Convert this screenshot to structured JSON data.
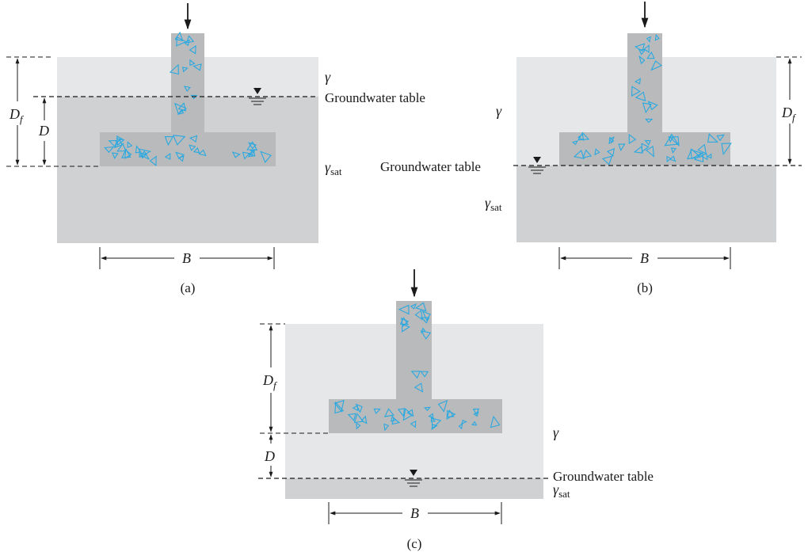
{
  "colors": {
    "soil_dry": "#e6e7e8",
    "soil_saturated": "#d0d1d3",
    "concrete": "#b9babc",
    "aggregate": "#29a9e0",
    "line": "#1a1a1a"
  },
  "labels": {
    "gamma": "γ",
    "gamma_sat_base": "γ",
    "gamma_sat_sub": "sat",
    "groundwater": "Groundwater table",
    "Df_base": "D",
    "Df_sub": "f",
    "D": "D",
    "B": "B"
  },
  "panels": [
    {
      "id": "a",
      "caption": "(a)"
    },
    {
      "id": "b",
      "caption": "(b)"
    },
    {
      "id": "c",
      "caption": "(c)"
    }
  ]
}
